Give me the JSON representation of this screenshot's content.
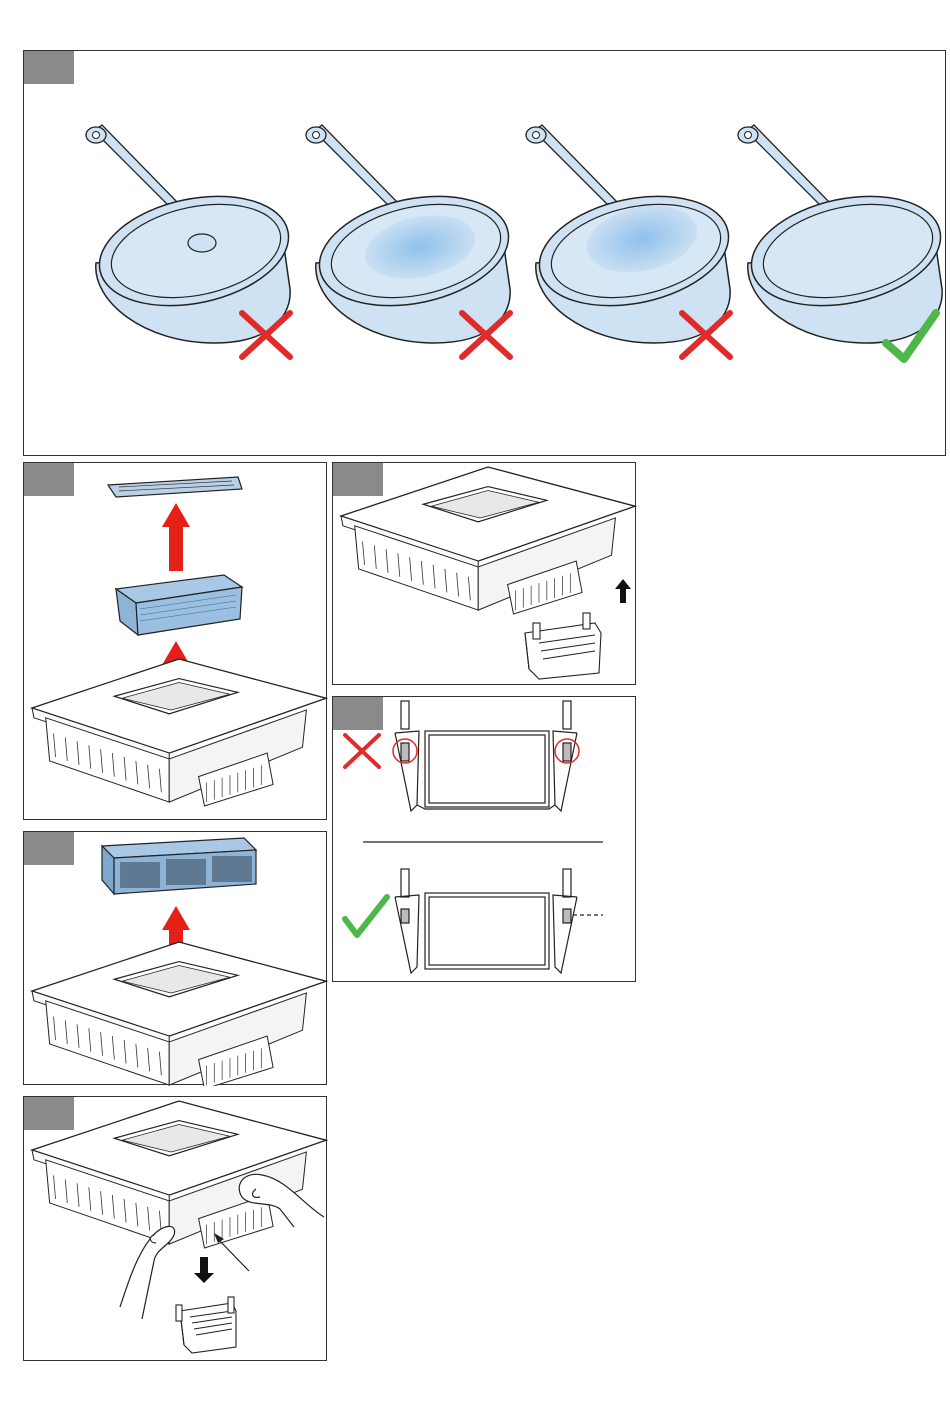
{
  "page": {
    "title": ""
  },
  "colors": {
    "pan_fill": "#cfe2f3",
    "pan_stroke": "#222222",
    "pan_bulge": "#9fc8ee",
    "filter_blue": "#8db3d6",
    "cross_red": "#e02b2b",
    "check_green": "#4db848",
    "arrow_red": "#e32119",
    "tab_grey": "#8a8a8a"
  },
  "icons": {
    "wrong": "cross-icon",
    "right": "check-icon",
    "up": "arrow-up-icon",
    "down": "arrow-down-icon"
  },
  "panels": {
    "pans": {
      "items": [
        "pan-convex-bottom",
        "pan-concave-bottom",
        "pan-deep-concave-bottom",
        "pan-flat-bottom"
      ],
      "verdicts": [
        "wrong",
        "wrong",
        "wrong",
        "right"
      ]
    },
    "grease_filter_removal": {
      "step": ""
    },
    "odour_filter_removal": {
      "step": ""
    },
    "tray_removal": {
      "step": ""
    },
    "tray_insertion": {
      "step": ""
    },
    "tray_hooks_alignment": {
      "verdicts": [
        "wrong",
        "right"
      ]
    }
  }
}
